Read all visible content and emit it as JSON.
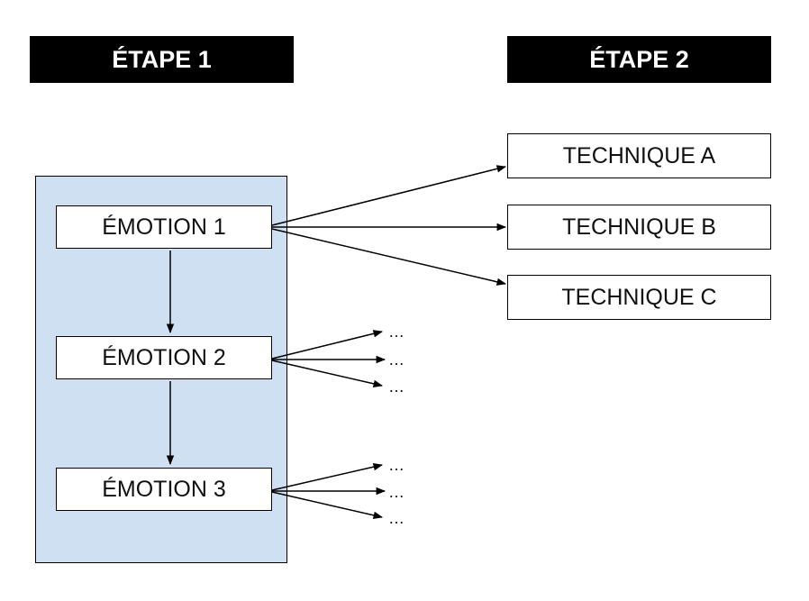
{
  "headers": {
    "step1": "ÉTAPE 1",
    "step2": "ÉTAPE 2"
  },
  "emotions": [
    "ÉMOTION 1",
    "ÉMOTION 2",
    "ÉMOTION 3"
  ],
  "techniques": [
    "TECHNIQUE A",
    "TECHNIQUE B",
    "TECHNIQUE C"
  ],
  "ellipsis": "…",
  "colors": {
    "panel": "#cfe0f2",
    "header_bg": "#000000",
    "header_text": "#ffffff",
    "line": "#000000"
  }
}
